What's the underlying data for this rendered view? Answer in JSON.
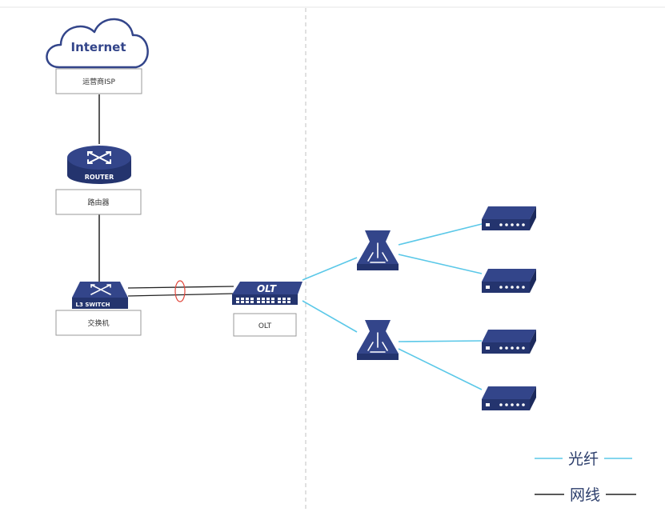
{
  "colors": {
    "device_blue": "#33458a",
    "device_dark": "#24346e",
    "fiber": "#5bc8e8",
    "cable": "#222222",
    "box_border": "#9a9a9a",
    "divider": "#c0c0c0",
    "marker": "#e0453a"
  },
  "nodes": {
    "internet": {
      "icon": "cloud-icon",
      "text": "Internet",
      "label": "运营商ISP"
    },
    "router": {
      "icon": "router-icon",
      "text": "ROUTER",
      "label": "路由器"
    },
    "switch": {
      "icon": "l3-switch-icon",
      "text": "L3 SWITCH",
      "label": "交换机"
    },
    "olt": {
      "icon": "olt-icon",
      "text": "OLT",
      "label": "OLT"
    },
    "splitters": [
      {
        "icon": "splitter-icon"
      },
      {
        "icon": "splitter-icon"
      }
    ],
    "onus": [
      {
        "icon": "onu-icon"
      },
      {
        "icon": "onu-icon"
      },
      {
        "icon": "onu-icon"
      },
      {
        "icon": "onu-icon"
      }
    ]
  },
  "legend": {
    "fiber_label": "光纤",
    "cable_label": "网线"
  }
}
